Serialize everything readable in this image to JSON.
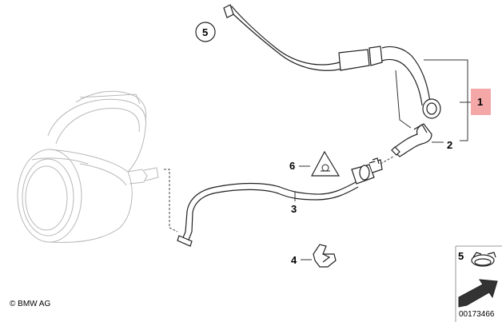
{
  "diagram": {
    "callouts": {
      "c1": "1",
      "c2": "2",
      "c3": "3",
      "c4": "4",
      "c5_top": "5",
      "c6": "6"
    },
    "highlight_color": "#f4a7a7",
    "footer": {
      "copyright": "© BMW AG",
      "doc_number": "00173466"
    },
    "legend": {
      "number": "5"
    }
  }
}
